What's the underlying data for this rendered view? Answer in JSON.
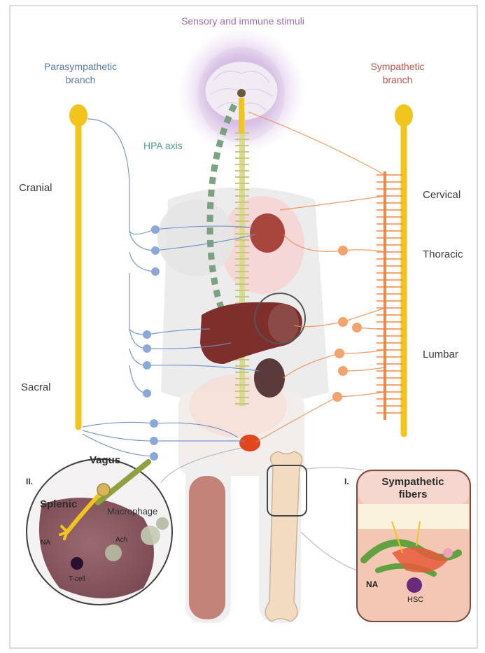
{
  "labels": {
    "stimuli": "Sensory and immune stimuli",
    "parasympathetic": "Parasympathetic\nbranch",
    "sympathetic": "Sympathetic\nbranch",
    "hpa": "HPA axis",
    "cranial": "Cranial",
    "sacral": "Sacral",
    "cervical": "Cervical",
    "thoracic": "Thoracic",
    "lumbar": "Lumbar"
  },
  "inset_left": {
    "numeral": "II.",
    "vagus": "Vagus",
    "splenic": "Splenic",
    "macrophage": "Macrophage",
    "na": "NA",
    "ach": "Ach",
    "tcell": "T-cell"
  },
  "inset_right": {
    "numeral": "I.",
    "title": "Sympathetic\nfibers",
    "na": "NA",
    "hsc": "HSC"
  },
  "colors": {
    "spine": "#f2c51c",
    "parasympathetic": "#6b8fc7",
    "sympathetic": "#ef8a4a",
    "hpa": "#6f9a72",
    "brain_glow": "#b88ad0",
    "liver": "#7e2f2b"
  }
}
